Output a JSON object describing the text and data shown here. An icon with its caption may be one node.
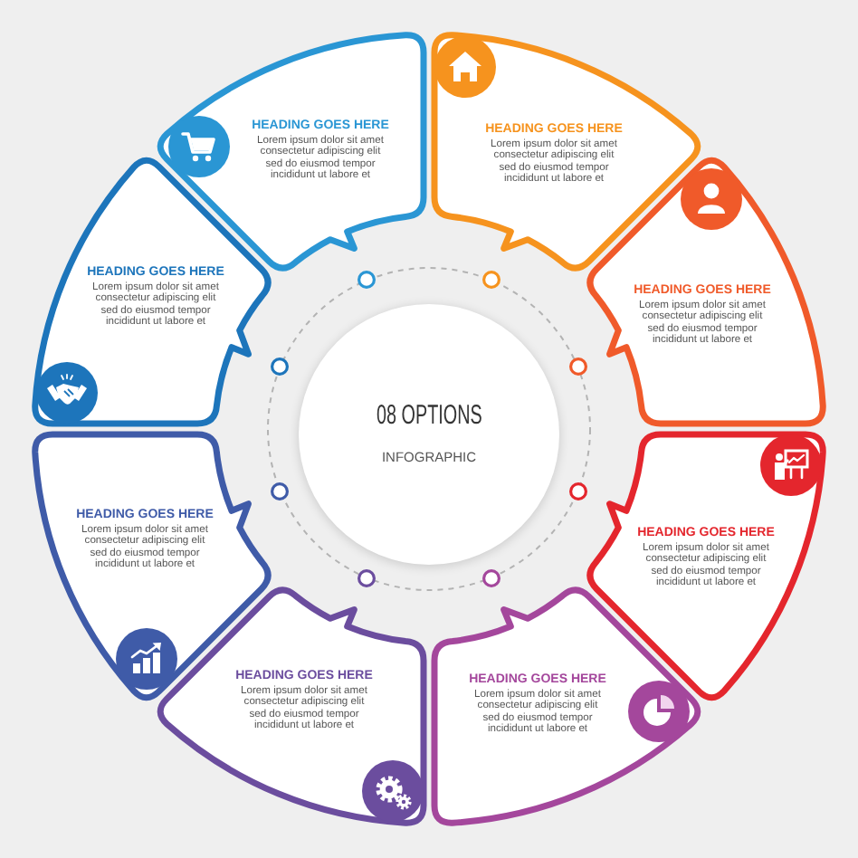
{
  "diagram": {
    "nodes": [
      {
        "text": [
          "08 OPTIONS",
          "INFOGRAPHIC"
        ]
      },
      {
        "text": [
          "HEADING GOES HERE",
          "Lorem ipsum dolor sit amet consectetur adipiscing elit sed do eiusmod tempor incididunt ut labore et"
        ]
      },
      {
        "text": [
          "HEADING GOES HERE",
          "Lorem ipsum dolor sit amet consectetur adipiscing elit sed do eiusmod tempor incididunt ut labore et"
        ]
      },
      {
        "text": [
          "HEADING GOES HERE",
          "Lorem ipsum dolor sit amet consectetur adipiscing elit sed do eiusmod tempor incididunt ut labore et"
        ]
      },
      {
        "text": [
          "HEADING GOES HERE",
          "Lorem ipsum dolor sit amet consectetur adipiscing elit sed do eiusmod tempor incididunt ut labore et"
        ]
      },
      {
        "text": [
          "HEADING GOES HERE",
          "Lorem ipsum dolor sit amet consectetur adipiscing elit sed do eiusmod tempor incididunt ut labore et"
        ]
      },
      {
        "text": [
          "HEADING GOES HERE",
          "Lorem ipsum dolor sit amet consectetur adipiscing elit sed do eiusmod tempor incididunt ut labore et"
        ]
      },
      {
        "text": [
          "HEADING GOES HERE",
          "Lorem ipsum dolor sit amet consectetur adipiscing elit sed do eiusmod tempor incididunt ut labore et"
        ]
      },
      {
        "text": [
          "HEADING GOES HERE",
          "Lorem ipsum dolor sit amet consectetur adipiscing elit sed do eiusmod tempor incididunt ut labore et"
        ]
      }
    ]
  }
}
